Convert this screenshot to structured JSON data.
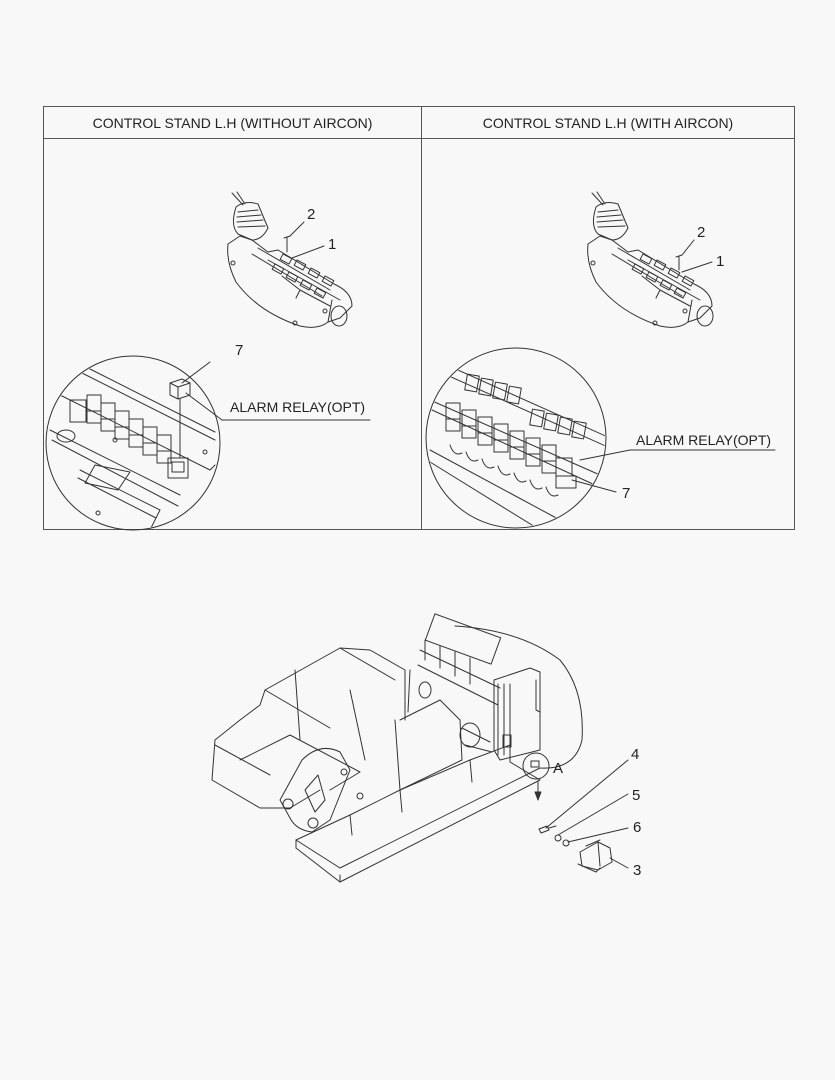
{
  "table": {
    "headers": [
      "CONTROL STAND L.H (WITHOUT AIRCON)",
      "CONTROL STAND L.H (WITH AIRCON)"
    ]
  },
  "panels": {
    "left": {
      "callouts": {
        "part_2": "2",
        "part_1": "1",
        "part_7": "7"
      },
      "relay_label": "ALARM RELAY(OPT)"
    },
    "right": {
      "callouts": {
        "part_2": "2",
        "part_1": "1",
        "part_7": "7"
      },
      "relay_label": "ALARM RELAY(OPT)"
    }
  },
  "machine_view": {
    "detail_label": "A",
    "callouts": {
      "part_4": "4",
      "part_5": "5",
      "part_6": "6",
      "part_3": "3"
    }
  },
  "colors": {
    "background": "#f8f8f8",
    "line": "#333333",
    "frame": "#555555"
  }
}
